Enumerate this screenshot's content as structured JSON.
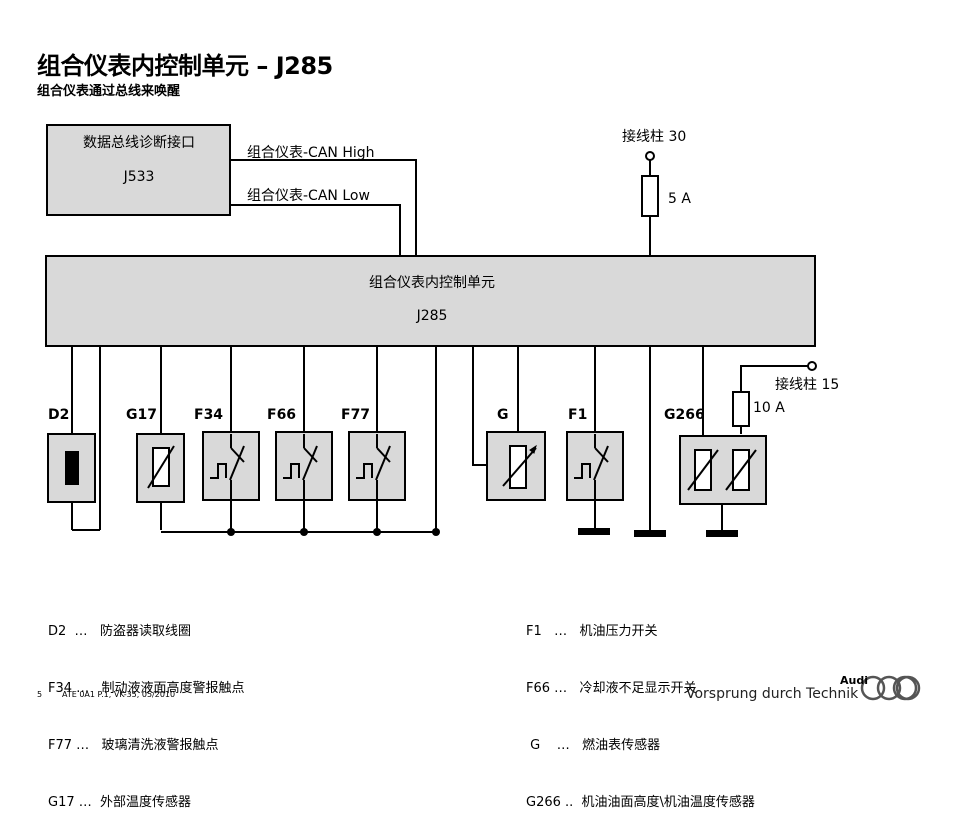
{
  "header": {
    "title": "组合仪表内控制单元 – J285",
    "subtitle": "组合仪表通过总线来唤醒"
  },
  "diagnostic_box": {
    "line1": "数据总线诊断接口",
    "line2": "J533"
  },
  "main_box": {
    "line1": "组合仪表内控制单元",
    "line2": "J285"
  },
  "bus": {
    "high": "组合仪表-CAN High",
    "low": "组合仪表-CAN Low"
  },
  "terminal30": {
    "label": "接线柱 30",
    "fuse": "5 A"
  },
  "terminal15": {
    "label": "接线柱 15",
    "fuse": "10 A"
  },
  "components": {
    "d2": "D2",
    "g17": "G17",
    "f34": "F34",
    "f66": "F66",
    "f77": "F77",
    "g": "G",
    "f1": "F1",
    "g266": "G266"
  },
  "legend_left": [
    "D2  …   防盗器读取线圈",
    "F34 …   制动液液面高度警报触点",
    "F77 …   玻璃清洗液警报触点",
    "G17 …  外部温度传感器"
  ],
  "legend_right": [
    "F1   …   机油压力开关",
    "F66 …   冷却液不足显示开关",
    " G    …   燃油表传感器",
    "G266 ..  机油油面高度\\机油温度传感器"
  ],
  "footer": {
    "page": "5",
    "ref": "ATE 0A1 P.1, VK-35, 05/2010",
    "brand": "Audi",
    "slogan": "Vorsprung durch Technik"
  },
  "colors": {
    "box_fill": "#d9d9d9",
    "line": "#000000"
  }
}
